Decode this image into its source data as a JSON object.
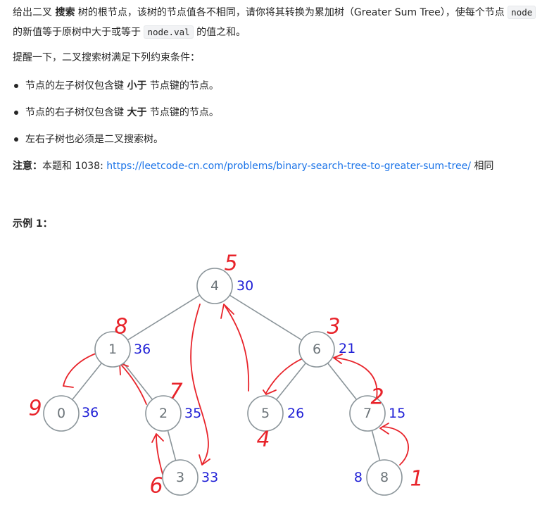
{
  "intro": {
    "part1": "给出二叉 ",
    "bold": "搜索",
    "part2": " 树的根节点，该树的节点值各不相同，请你将其转换为累加树（Greater Sum Tree），使每个节点 ",
    "code1": "node",
    "part3": " 的新值等于原树中大于或等于 ",
    "code2": "node.val",
    "part4": " 的值之和。"
  },
  "reminder": "提醒一下，二叉搜索树满足下列约束条件：",
  "bullets": [
    {
      "pre": "节点的左子树仅包含键 ",
      "bold": "小于",
      "post": " 节点键的节点。"
    },
    {
      "pre": "节点的右子树仅包含键 ",
      "bold": "大于",
      "post": " 节点键的节点。"
    },
    {
      "pre": "左右子树也必须是二叉搜索树。",
      "bold": "",
      "post": ""
    }
  ],
  "note": {
    "label": "注意：",
    "text": "本题和 1038: ",
    "link": "https://leetcode-cn.com/problems/binary-search-tree-to-greater-sum-tree/",
    "suffix": " 相同"
  },
  "example_title": "示例 1：",
  "tree": {
    "nodes": [
      {
        "val": "4",
        "sum": "30",
        "order": "5"
      },
      {
        "val": "1",
        "sum": "36",
        "order": "8"
      },
      {
        "val": "6",
        "sum": "21",
        "order": "3"
      },
      {
        "val": "0",
        "sum": "36",
        "order": "9"
      },
      {
        "val": "2",
        "sum": "35",
        "order": "7"
      },
      {
        "val": "5",
        "sum": "26",
        "order": "4"
      },
      {
        "val": "7",
        "sum": "15",
        "order": "2"
      },
      {
        "val": "3",
        "sum": "33",
        "order": "6"
      },
      {
        "val": "8",
        "sum": "8",
        "order": "1"
      }
    ],
    "colors": {
      "edge": "#8a9499",
      "sum": "#1f1fd6",
      "annotation": "#e8232a"
    }
  }
}
